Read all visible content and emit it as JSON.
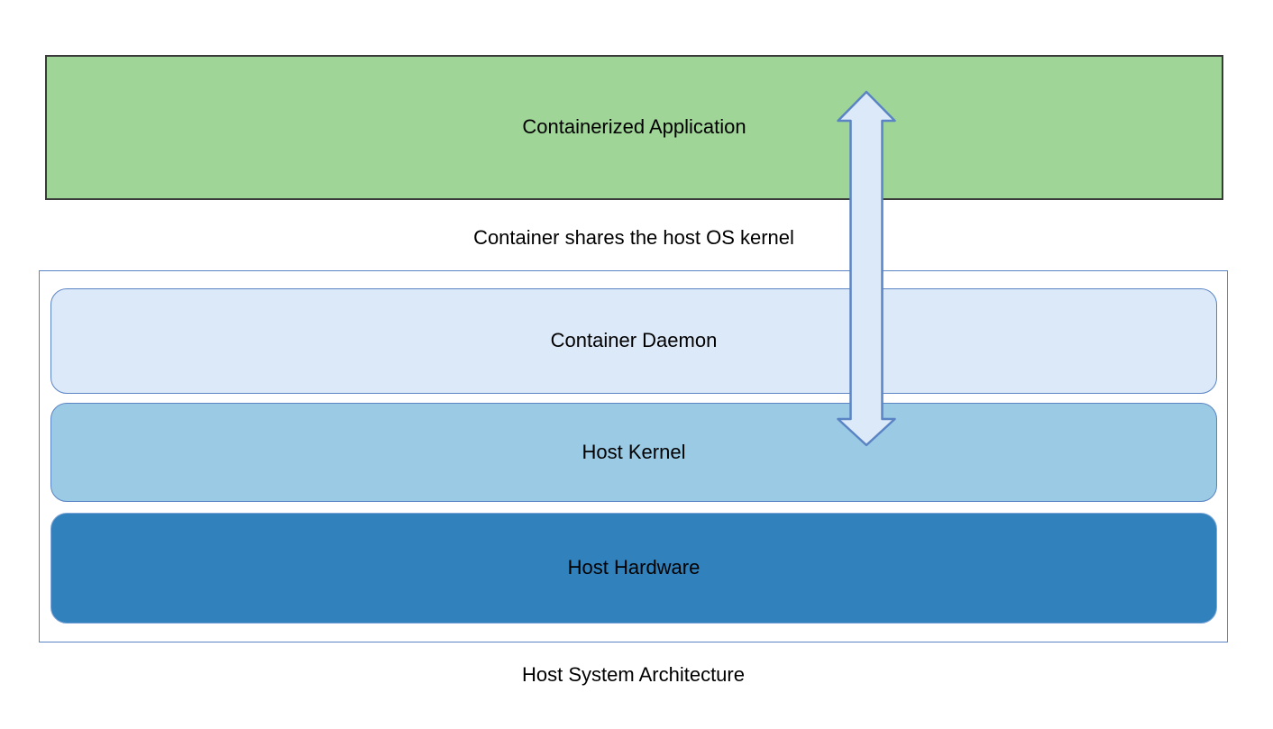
{
  "diagram": {
    "background": "#ffffff",
    "text_color": "#000000",
    "caption": "Host System Architecture",
    "annotation": "Container shares the host OS kernel",
    "nodes": {
      "containerized_app": {
        "label": "Containerized Application",
        "fill": "#a0d598",
        "border": "#3a3a3a"
      },
      "host_system": {
        "fill": "#ffffff",
        "border": "#5b84c4"
      },
      "container_daemon": {
        "label": "Container Daemon",
        "fill": "#dce9f8",
        "border": "#5b84c4"
      },
      "host_kernel": {
        "label": "Host Kernel",
        "fill": "#9acae4",
        "border": "#5b84c4"
      },
      "host_hardware": {
        "label": "Host Hardware",
        "fill": "#3181bc",
        "border": "#7ea6d8"
      }
    },
    "arrow": {
      "type": "double-headed-vertical",
      "meaning": "kernel shared between container and host",
      "fill": "#dce9f8",
      "stroke": "#5b84c4"
    }
  }
}
